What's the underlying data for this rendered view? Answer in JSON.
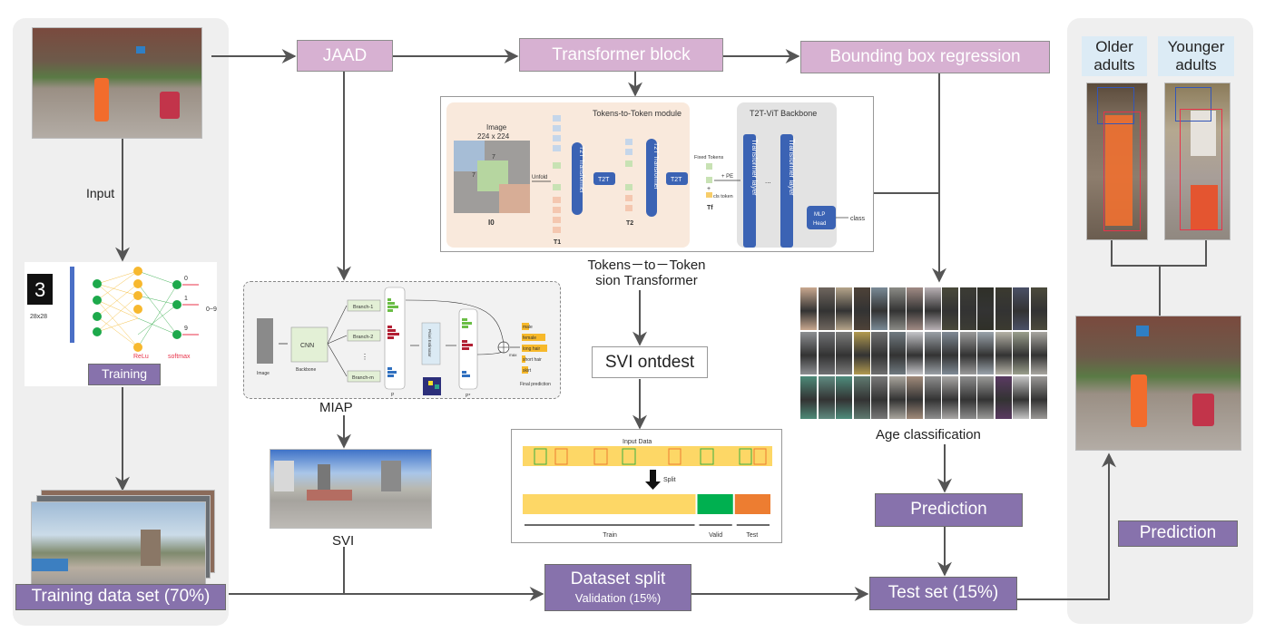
{
  "colors": {
    "pink_box": "#d7b1d2",
    "purple_box": "#8772ac",
    "panel_bg": "#efefef",
    "arrow": "#555555",
    "t2t_blue": "#3b63b4",
    "t2t_module_bg": "#f9e9dc",
    "backbone_bg": "#e3e3e3",
    "split_yellow": "#fdd766",
    "split_green": "#00b050",
    "split_orange": "#ed7d31",
    "bbox_blue": "#3356b8",
    "bbox_red": "#e8334a",
    "age_label_bg": "#dcebf5"
  },
  "left_panel": {
    "input_photo": "street-scene-photo",
    "input_label": "Input",
    "training_box": "Training",
    "training_dataset_box": "Training data set (70%)",
    "mlp_diagram": {
      "digit": "3",
      "input_size": "28x28",
      "hidden_activation": "ReLu",
      "output_activation": "softmax",
      "outputs": [
        "0",
        "1",
        "9"
      ],
      "output_range": "0~9",
      "ellipsis": "⋮"
    }
  },
  "top_row": {
    "jaad": "JAAD",
    "transformer_block": "Transformer block",
    "bbox_regression": "Bounding box regression"
  },
  "t2t_figure": {
    "module_title": "Tokens-to-Token module",
    "backbone_title": "T2T-ViT Backbone",
    "image_label_1": "Image",
    "image_label_2": "224 x 224",
    "patch_size_a": "7",
    "patch_size_b": "7",
    "i0": "I0",
    "unfold": "Unfold",
    "t2t_transformer": "T2T Transformer",
    "t2t": "T2T",
    "t1": "T1",
    "t2": "T2",
    "tf": "Tf",
    "fixed_tokens": "Fixed Tokens",
    "plus": "+",
    "pe": "+ PE",
    "cls_token": "cls token",
    "transformer_layer": "Transformer layer",
    "dots": "...",
    "mlp_head_1": "MLP",
    "mlp_head_2": "Head",
    "class": "class"
  },
  "t2t_caption": {
    "line1": "Tokens－to－Token",
    "line2": "sion Transformer"
  },
  "miap_figure": {
    "image": "Image",
    "cnn": "CNN",
    "backbone": "Backbone",
    "branches": [
      "Branch-1",
      "Branch-2",
      "Branch-m"
    ],
    "p": "P",
    "p_star": "P*",
    "estimator": "Priori Estimator",
    "max": "max",
    "attributes": [
      "male",
      "female",
      "long hair",
      "short hair",
      "skirt"
    ],
    "final_prediction": "Final prediction"
  },
  "miap_label": "MIAP",
  "svi_label": "SVI",
  "svi_ontdest": "SVI ontdest",
  "split_figure": {
    "input_data": "Input Data",
    "split": "Split",
    "train": "Train",
    "valid": "Valid",
    "test": "Test",
    "train_fraction": 0.7,
    "valid_fraction": 0.15,
    "test_fraction": 0.15
  },
  "dataset_split": {
    "title": "Dataset split",
    "subtitle": "Validation (15%)"
  },
  "age_classification_label": "Age classification",
  "prediction_mid": "Prediction",
  "test_set": "Test set (15%)",
  "right_panel": {
    "older_label_1": "Older",
    "older_label_2": "adults",
    "younger_label_1": "Younger",
    "younger_label_2": "adults",
    "prediction": "Prediction"
  }
}
